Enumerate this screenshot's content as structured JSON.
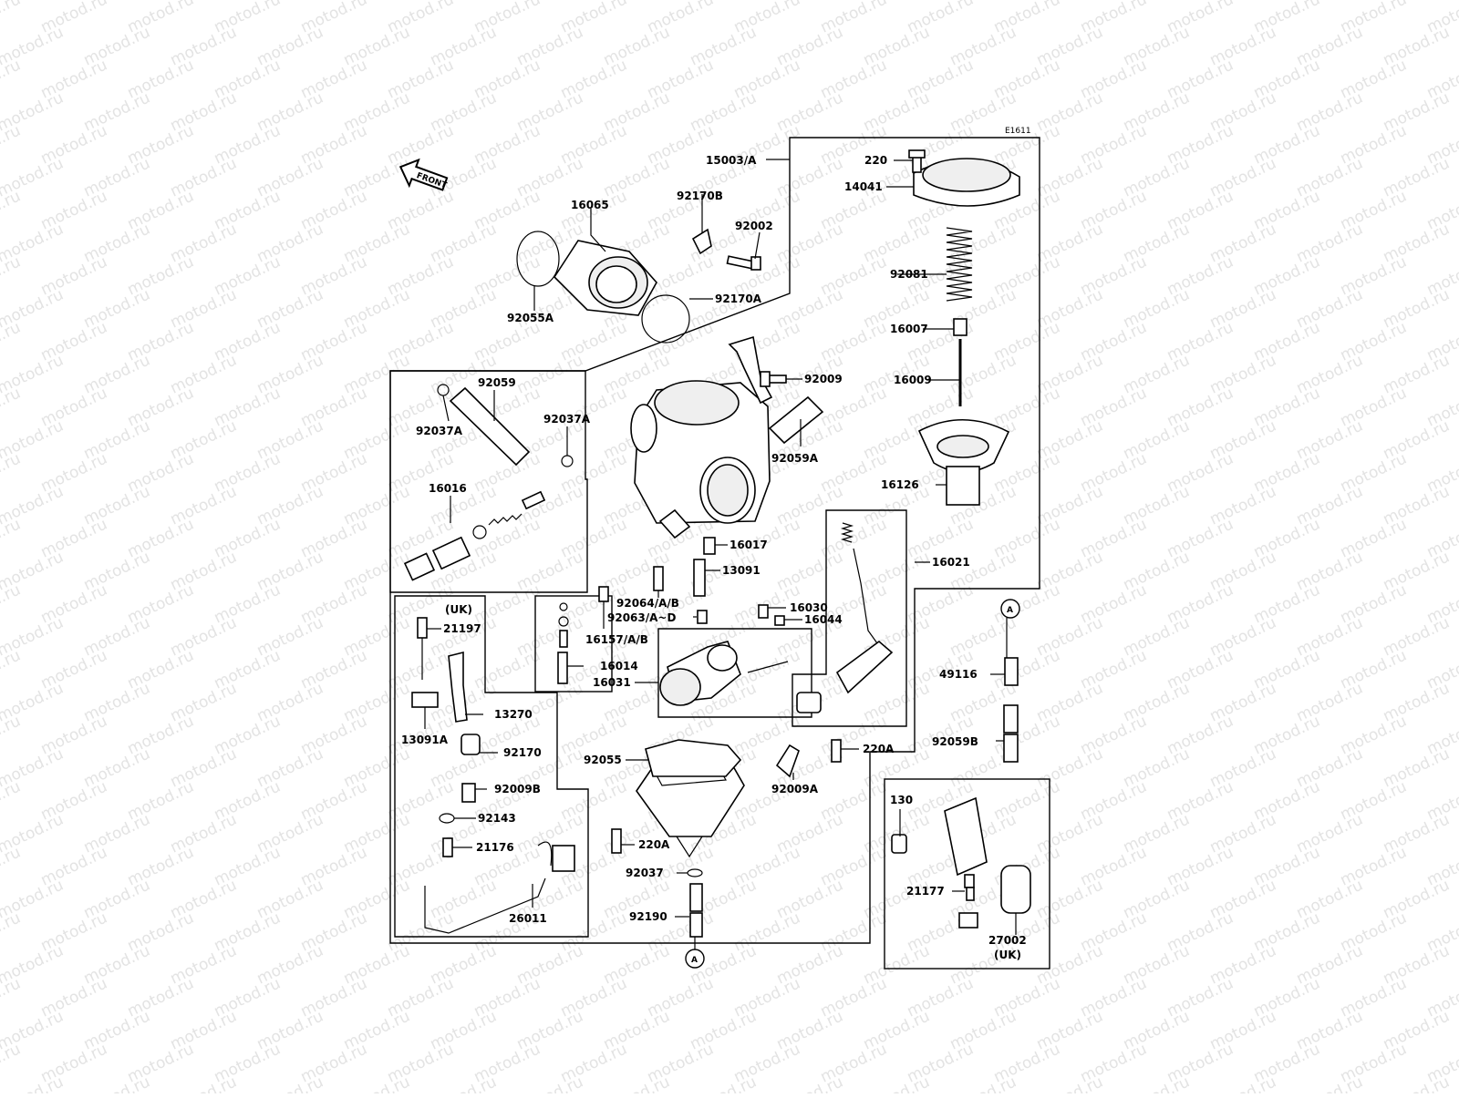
{
  "diagram_code": "E1611",
  "watermark": "motod.ru",
  "front_label": "FRONT",
  "ref_marker": "A",
  "labels": [
    {
      "id": "p15003",
      "text": "15003/A"
    },
    {
      "id": "p220",
      "text": "220"
    },
    {
      "id": "p14041",
      "text": "14041"
    },
    {
      "id": "p16065",
      "text": "16065"
    },
    {
      "id": "p92170B",
      "text": "92170B"
    },
    {
      "id": "p92002",
      "text": "92002"
    },
    {
      "id": "p92170A",
      "text": "92170A"
    },
    {
      "id": "p92055A",
      "text": "92055A"
    },
    {
      "id": "p92081",
      "text": "92081"
    },
    {
      "id": "p16007",
      "text": "16007"
    },
    {
      "id": "p16009",
      "text": "16009"
    },
    {
      "id": "p92059",
      "text": "92059"
    },
    {
      "id": "p92009",
      "text": "92009"
    },
    {
      "id": "p92037A",
      "text": "92037A"
    },
    {
      "id": "p92037A2",
      "text": "92037A"
    },
    {
      "id": "p92059A",
      "text": "92059A"
    },
    {
      "id": "p16016",
      "text": "16016"
    },
    {
      "id": "p16126",
      "text": "16126"
    },
    {
      "id": "p16017",
      "text": "16017"
    },
    {
      "id": "p16021",
      "text": "16021"
    },
    {
      "id": "p13091",
      "text": "13091"
    },
    {
      "id": "p92064",
      "text": "92064/A/B"
    },
    {
      "id": "p92063",
      "text": "92063/A~D"
    },
    {
      "id": "p16157",
      "text": "16157/A/B"
    },
    {
      "id": "p16030",
      "text": "16030"
    },
    {
      "id": "p16044",
      "text": "16044"
    },
    {
      "id": "p16014",
      "text": "16014"
    },
    {
      "id": "p16031",
      "text": "16031"
    },
    {
      "id": "pUK1",
      "text": "(UK)"
    },
    {
      "id": "p21197",
      "text": "21197"
    },
    {
      "id": "p13270",
      "text": "13270"
    },
    {
      "id": "p13091A",
      "text": "13091A"
    },
    {
      "id": "p92170",
      "text": "92170"
    },
    {
      "id": "p92009B",
      "text": "92009B"
    },
    {
      "id": "p92143",
      "text": "92143"
    },
    {
      "id": "p21176",
      "text": "21176"
    },
    {
      "id": "p26011",
      "text": "26011"
    },
    {
      "id": "p92055",
      "text": "92055"
    },
    {
      "id": "p92009A",
      "text": "92009A"
    },
    {
      "id": "p220A",
      "text": "220A"
    },
    {
      "id": "p220A2",
      "text": "220A"
    },
    {
      "id": "p92037",
      "text": "92037"
    },
    {
      "id": "p92190",
      "text": "92190"
    },
    {
      "id": "p49116",
      "text": "49116"
    },
    {
      "id": "p92059B",
      "text": "92059B"
    },
    {
      "id": "p130",
      "text": "130"
    },
    {
      "id": "p21177",
      "text": "21177"
    },
    {
      "id": "p27002",
      "text": "27002"
    },
    {
      "id": "pUK2",
      "text": "(UK)"
    }
  ]
}
